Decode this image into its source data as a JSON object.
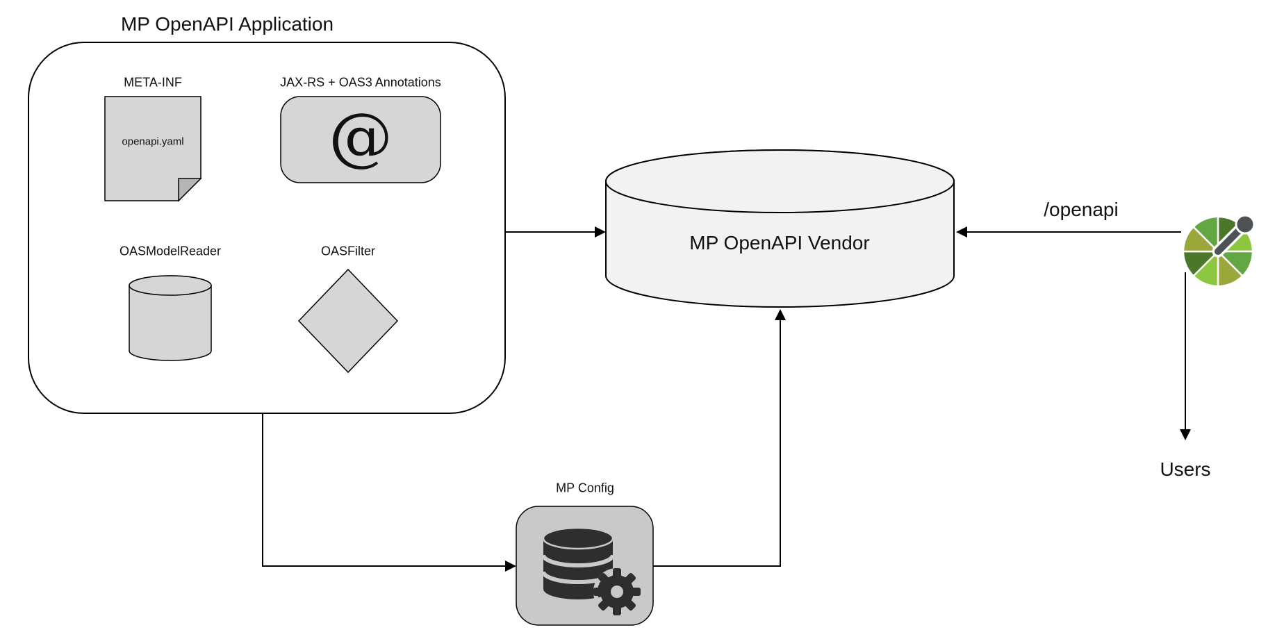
{
  "title": "MP OpenAPI Application",
  "application": {
    "meta_inf": {
      "label": "META-INF",
      "file_name": "openapi.yaml"
    },
    "annotations": {
      "label": "JAX-RS + OAS3 Annotations",
      "symbol": "@"
    },
    "model_reader": {
      "label": "OASModelReader"
    },
    "filter": {
      "label": "OASFilter"
    }
  },
  "vendor": {
    "label": "MP OpenAPI Vendor"
  },
  "config": {
    "label": "MP Config"
  },
  "endpoint": {
    "label": "/openapi"
  },
  "users_label": "Users",
  "colors": {
    "shape_fill": "#d6d6d6",
    "shape_stroke": "#000000",
    "fold_fill": "#b5b5b5",
    "vendor_fill": "#f2f2f2",
    "config_fill": "#c9c9c9",
    "icon_dark": "#2e2e2e",
    "logo_green_light": "#8dc63f",
    "logo_green_dark": "#4a7729",
    "logo_green_mid": "#62a744",
    "logo_olive": "#9aa73b",
    "logo_gray": "#4d5256"
  }
}
